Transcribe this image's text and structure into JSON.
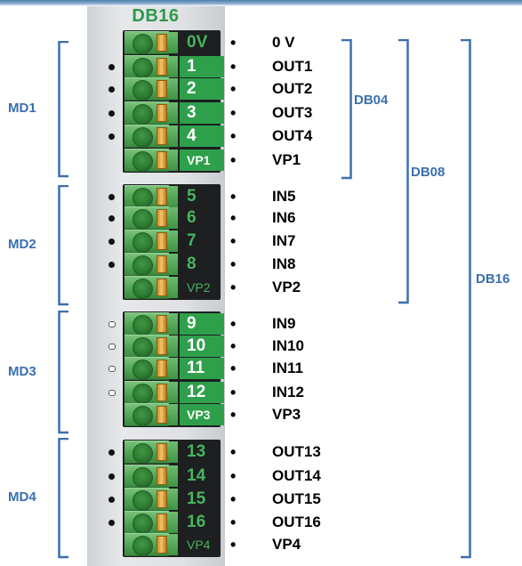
{
  "device": {
    "label": "DB16"
  },
  "pins": [
    {
      "label": "0V",
      "signal": "0 V",
      "dot": "none",
      "box": false
    },
    {
      "label": "1",
      "signal": "OUT1",
      "dot": "filled",
      "box": true
    },
    {
      "label": "2",
      "signal": "OUT2",
      "dot": "filled",
      "box": true
    },
    {
      "label": "3",
      "signal": "OUT3",
      "dot": "filled",
      "box": true
    },
    {
      "label": "4",
      "signal": "OUT4",
      "dot": "filled",
      "box": true
    },
    {
      "label": "VP1",
      "signal": "VP1",
      "dot": "none",
      "box": true
    },
    {
      "label": "5",
      "signal": "IN5",
      "dot": "filled",
      "box": false
    },
    {
      "label": "6",
      "signal": "IN6",
      "dot": "filled",
      "box": false
    },
    {
      "label": "7",
      "signal": "IN7",
      "dot": "filled",
      "box": false
    },
    {
      "label": "8",
      "signal": "IN8",
      "dot": "filled",
      "box": false
    },
    {
      "label": "VP2",
      "signal": "VP2",
      "dot": "none",
      "box": false
    },
    {
      "label": "9",
      "signal": "IN9",
      "dot": "hollow",
      "box": true
    },
    {
      "label": "10",
      "signal": "IN10",
      "dot": "hollow",
      "box": true
    },
    {
      "label": "11",
      "signal": "IN11",
      "dot": "hollow",
      "box": true
    },
    {
      "label": "12",
      "signal": "IN12",
      "dot": "hollow",
      "box": true
    },
    {
      "label": "VP3",
      "signal": "VP3",
      "dot": "none",
      "box": true
    },
    {
      "label": "13",
      "signal": "OUT13",
      "dot": "filled",
      "box": false
    },
    {
      "label": "14",
      "signal": "OUT14",
      "dot": "filled",
      "box": false
    },
    {
      "label": "15",
      "signal": "OUT15",
      "dot": "filled",
      "box": false
    },
    {
      "label": "16",
      "signal": "OUT16",
      "dot": "filled",
      "box": false
    },
    {
      "label": "VP4",
      "signal": "VP4",
      "dot": "none",
      "box": false
    }
  ],
  "modules": [
    {
      "label": "MD1",
      "pins": [
        0,
        5
      ]
    },
    {
      "label": "MD2",
      "pins": [
        6,
        10
      ]
    },
    {
      "label": "MD3",
      "pins": [
        11,
        15
      ]
    },
    {
      "label": "MD4",
      "pins": [
        16,
        20
      ]
    }
  ],
  "blocks": [
    {
      "label": "DB04",
      "pins": [
        0,
        5
      ]
    },
    {
      "label": "DB08",
      "pins": [
        0,
        10
      ]
    },
    {
      "label": "DB16",
      "pins": [
        0,
        20
      ]
    }
  ],
  "colors": {
    "bracket": "#3a6fae",
    "terminal": "#4ea552",
    "label_box": "#2ea04b",
    "label_text": "#49b45e"
  }
}
